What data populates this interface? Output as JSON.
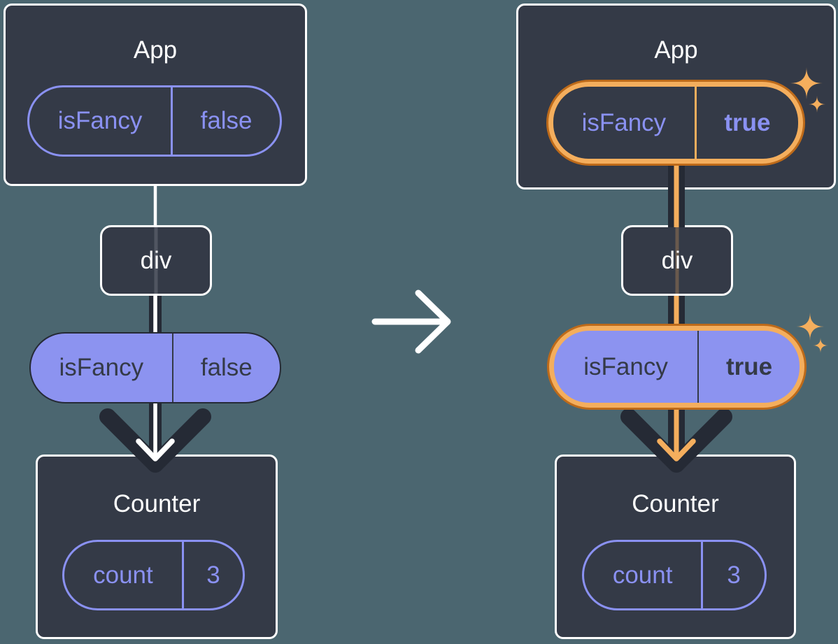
{
  "colors": {
    "bg": "#4b6670",
    "card": "#343a47",
    "cardBorder": "#ffffff",
    "purple": "#8a91f2",
    "purpleFill": "#8c93f0",
    "ink": "#252a35",
    "inkText": "#343a47",
    "orange": "#f4ae5d",
    "orangeDark": "#bd6a1a",
    "white": "#ffffff"
  },
  "before": {
    "app": {
      "title": "App",
      "prop": {
        "name": "isFancy",
        "value": "false"
      }
    },
    "div_node": {
      "label": "div"
    },
    "passed_prop": {
      "name": "isFancy",
      "value": "false"
    },
    "counter": {
      "title": "Counter",
      "state": {
        "name": "count",
        "value": "3"
      }
    }
  },
  "after": {
    "app": {
      "title": "App",
      "prop": {
        "name": "isFancy",
        "value": "true"
      }
    },
    "div_node": {
      "label": "div"
    },
    "passed_prop": {
      "name": "isFancy",
      "value": "true"
    },
    "counter": {
      "title": "Counter",
      "state": {
        "name": "count",
        "value": "3"
      }
    }
  }
}
